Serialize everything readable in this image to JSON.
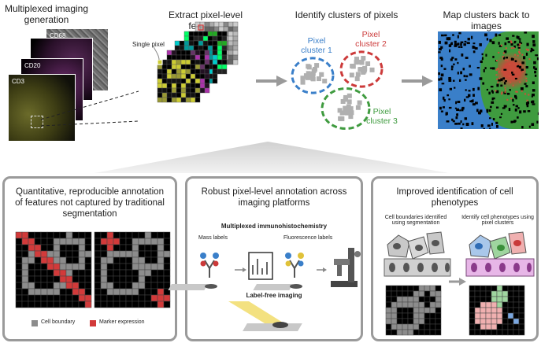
{
  "steps": {
    "step1_title": "Multiplexed imaging generation",
    "step1_layers": [
      "CD68",
      "CD20",
      "CD3"
    ],
    "step2_title": "Extract pixel-level features",
    "step2_single_pixel": "Single pixel",
    "step3_title": "Identify clusters of pixels",
    "step3_clusters": [
      "Pixel cluster 1",
      "Pixel cluster 2",
      "Pixel cluster 3"
    ],
    "step4_title": "Map clusters back to images"
  },
  "panels": {
    "left": {
      "title": "Quantitative, reproducible annotation of features not captured by traditional segmentation",
      "legend_cell_boundary": "Cell boundary",
      "legend_marker_expression": "Marker expression"
    },
    "middle": {
      "title": "Robust pixel-level annotation across imaging platforms",
      "subtitle": "Multiplexed immunohistochemistry",
      "mass_labels": "Mass labels",
      "fluorescence_labels": "Fluorescence labels",
      "label_free": "Label-free imaging"
    },
    "right": {
      "title": "Improved identification of cell phenotypes",
      "caption_left": "Cell boundaries identified using segmentation",
      "caption_right": "Identify cell phenotypes using pixel clusters"
    }
  },
  "colors": {
    "cluster1": "#3a7fc9",
    "cluster2": "#cc3a3a",
    "cluster3": "#3f9b3f",
    "cell_boundary": "#8c8c8c",
    "marker_expression": "#d23a3a",
    "panel_border": "#9a9a9a",
    "arrow": "#9a9a9a"
  }
}
